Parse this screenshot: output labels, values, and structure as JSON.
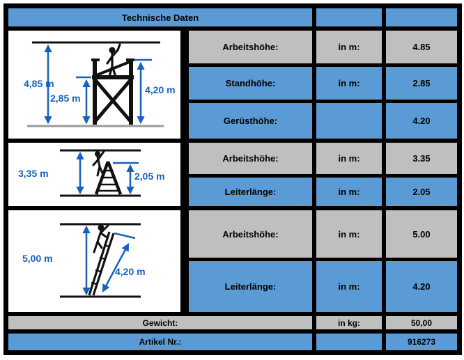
{
  "title": "Technische Daten",
  "colors": {
    "cell_blue": "#5B9BD5",
    "cell_gray": "#BFBFBF",
    "grid_black": "#000000",
    "dimension_blue": "#1760BD",
    "ground_gray": "#999999"
  },
  "sections": [
    {
      "diagram": "scaffold-with-worker",
      "dimension_labels": [
        "4,85 m",
        "2,85 m",
        "4,20 m"
      ],
      "rows": [
        {
          "label": "Arbeitshöhe:",
          "unit": "in m:",
          "value": "4.85",
          "tone": "gray"
        },
        {
          "label": "Standhöhe:",
          "unit": "in m:",
          "value": "2.85",
          "tone": "blue"
        },
        {
          "label": "Gerüsthöhe:",
          "unit": "",
          "value": "4.20",
          "tone": "blue"
        }
      ]
    },
    {
      "diagram": "stepladder-with-worker",
      "dimension_labels": [
        "3,35 m",
        "2,05 m"
      ],
      "rows": [
        {
          "label": "Arbeitshöhe:",
          "unit": "in m:",
          "value": "3.35",
          "tone": "gray"
        },
        {
          "label": "Leiterlänge:",
          "unit": "in m:",
          "value": "2.05",
          "tone": "blue"
        }
      ]
    },
    {
      "diagram": "leaning-ladder-with-worker",
      "dimension_labels": [
        "5,00 m",
        "4,20 m"
      ],
      "rows": [
        {
          "label": "Arbeitshöhe:",
          "unit": "in m:",
          "value": "5.00",
          "tone": "gray"
        },
        {
          "label": "Leiterlänge:",
          "unit": "in m:",
          "value": "4.20",
          "tone": "blue"
        }
      ]
    }
  ],
  "footer_rows": [
    {
      "label": "Gewicht:",
      "unit": "in kg:",
      "value": "50,00",
      "tone": "gray"
    },
    {
      "label": "Artikel Nr.:",
      "unit": "",
      "value": "916273",
      "tone": "blue"
    }
  ]
}
